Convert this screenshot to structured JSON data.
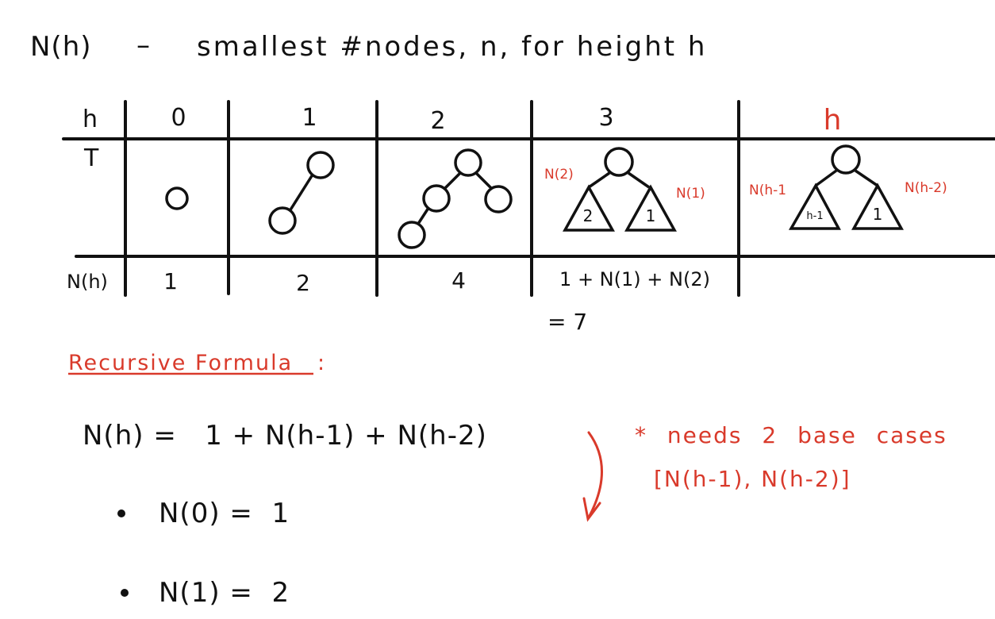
{
  "title": {
    "lhs": "N(h)",
    "dash": "–",
    "description": "smallest #nodes, n, for height h"
  },
  "table": {
    "row_labels": {
      "h": "h",
      "t": "T",
      "n": "N(h)"
    },
    "columns": [
      {
        "h": "0",
        "n": "1"
      },
      {
        "h": "1",
        "n": "2"
      },
      {
        "h": "2",
        "n": "4"
      },
      {
        "h": "3",
        "n": "1 + N(1) + N(2)",
        "n_extra": "= 7",
        "left_label": "N(2)",
        "right_label": "N(1)",
        "left_tri": "2",
        "right_tri": "1"
      },
      {
        "h": "h",
        "n": "",
        "left_label": "N(h-1",
        "right_label": "N(h-2)",
        "left_tri": "h-1",
        "right_tri": "1"
      }
    ]
  },
  "formula": {
    "heading": "Recursive Formula",
    "heading_colon": ":",
    "recurrence": "N(h) =   1 + N(h-1) + N(h-2)",
    "base_cases": [
      "N(0) =  1",
      "N(1) =  2"
    ],
    "note_line1": "* needs 2 base cases",
    "note_line2": "[N(h-1), N(h-2)]"
  },
  "colors": {
    "ink": "#111111",
    "accent": "#d93a2b"
  }
}
